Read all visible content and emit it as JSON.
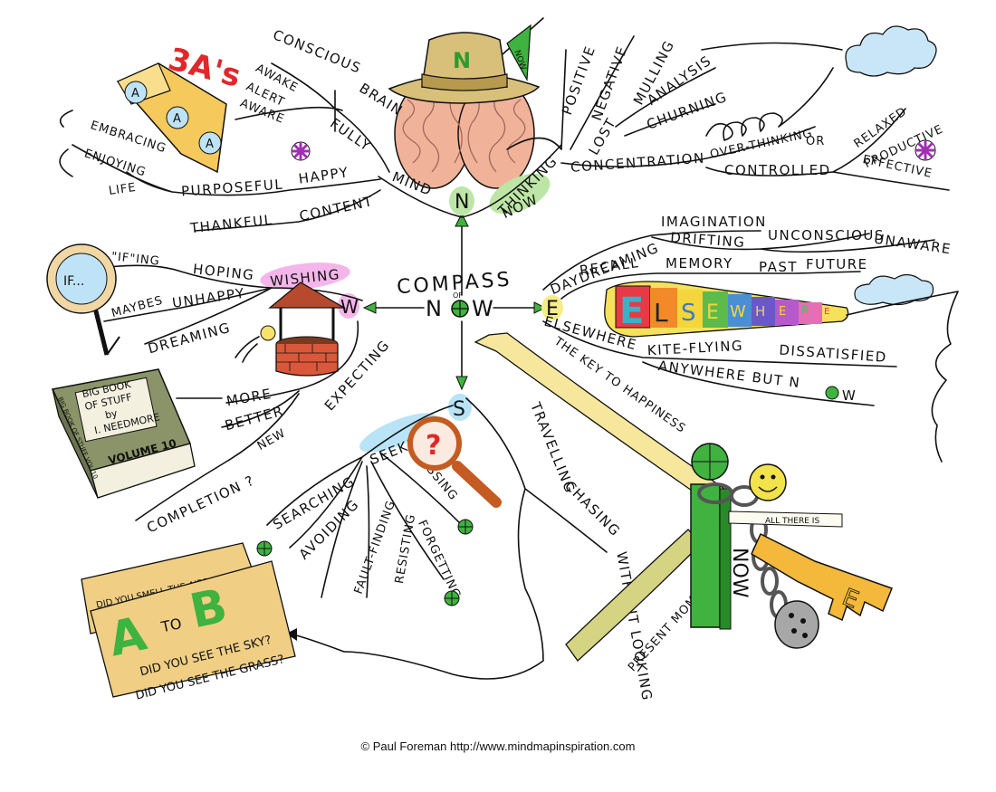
{
  "center": {
    "line1": "COMPASS",
    "of": "OF",
    "line2_a": "N",
    "line2_b": "W"
  },
  "north": {
    "letter": "N",
    "hat_letter": "N",
    "flag_text": "NOW",
    "key_words": [
      "MIND",
      "THINKING",
      "NOW"
    ],
    "brain_words": [
      "BRAIN",
      "FULLY",
      "CONSCIOUS",
      "AWAKE",
      "ALERT",
      "AWARE"
    ],
    "three_as": {
      "title": "3A's",
      "blocks": [
        "A",
        "A",
        "A"
      ]
    },
    "happy_words": [
      "HAPPY",
      "PURPOSEFUL",
      "EMBRACING",
      "ENJOYING",
      "LIFE"
    ],
    "content_words": [
      "CONTENT",
      "THANKFUL"
    ],
    "thinking_words": [
      "POSITIVE",
      "NEGATIVE",
      "LOST",
      "MULLING",
      "ANALYSIS",
      "CHURNING"
    ],
    "concentration_words": [
      "CONCENTRATION",
      "OVER-THINKING",
      "OR",
      "CONTROLLED",
      "RELAXED",
      "PRODUCTIVE",
      "EFFECTIVE"
    ]
  },
  "east": {
    "letter": "E",
    "kite_text": [
      "E",
      "L",
      "S",
      "E",
      "W",
      "H",
      "E",
      "R",
      "E"
    ],
    "words_top": [
      "DAYDREAMING",
      "IMAGINATION",
      "DRIFTING",
      "UNCONSCIOUS",
      "UNAWARE"
    ],
    "words_mid": [
      "RECALL",
      "MEMORY",
      "PAST",
      "FUTURE"
    ],
    "words_bottom": [
      "ELSEWHERE",
      "KITE-FLYING",
      "DISSATISFIED",
      "ANYWHERE BUT N",
      "W"
    ]
  },
  "west": {
    "letter": "W",
    "key_word": "WISHING",
    "words": [
      "HOPING",
      "\"IF\"ING",
      "MAYBES",
      "UNHAPPY",
      "DREAMING"
    ],
    "mirror_text": "IF...",
    "expecting_words": [
      "EXPECTING",
      "MORE",
      "BETTER",
      "NEW",
      "COMPLETION ?"
    ],
    "book": {
      "title_lines": [
        "BIG BOOK",
        "OF STUFF",
        "by",
        "I. NEEDMORE"
      ],
      "volume": "VOLUME 10",
      "spine": "BIG BOOK OF STUFF VOL 10"
    }
  },
  "south": {
    "letter": "S",
    "key_word": "SEEKING",
    "words": [
      "SEARCHING",
      "AVOIDING",
      "FAULT-FINDING",
      "RESISTING",
      "FORGETTING",
      "MISSING"
    ],
    "travel_words": [
      "TRAVELLING",
      "CHASING",
      "WITHOUT LOOKING"
    ],
    "magnifier_text": "?",
    "cards": {
      "back_line": "DID YOU SMELL THE AIR?",
      "big_a": "A",
      "to": "TO",
      "big_b": "B",
      "lines": [
        "DID YOU SEE THE SKY?",
        "DID YOU SEE THE GRASS?"
      ]
    }
  },
  "key": {
    "banner": "THE KEY TO HAPPINESS",
    "present": "PRESENT MOMENT",
    "post": "NOW",
    "tag": "ALL THERE IS",
    "key_end": "E"
  },
  "copyright": "© Paul Foreman http://www.mindmapinspiration.com"
}
